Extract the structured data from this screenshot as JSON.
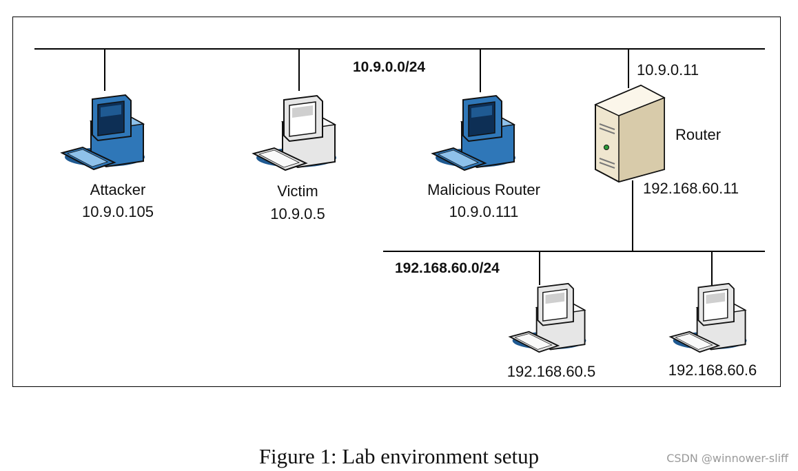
{
  "networks": {
    "top_subnet": "10.9.0.0/24",
    "bottom_subnet": "192.168.60.0/24"
  },
  "hosts": {
    "attacker": {
      "name": "Attacker",
      "ip": "10.9.0.105"
    },
    "victim": {
      "name": "Victim",
      "ip": "10.9.0.5"
    },
    "malicious_router": {
      "name": "Malicious Router",
      "ip": "10.9.0.111"
    },
    "host_5": {
      "ip": "192.168.60.5"
    },
    "host_6": {
      "ip": "192.168.60.6"
    }
  },
  "router": {
    "name": "Router",
    "ip_top": "10.9.0.11",
    "ip_bottom": "192.168.60.11"
  },
  "caption": "Figure 1: Lab environment setup",
  "watermark": "CSDN @winnower-sliff",
  "colors": {
    "blue_pc": "#2f77b8",
    "gray_pc": "#d9d9d9",
    "router_body": "#efe6cf"
  }
}
